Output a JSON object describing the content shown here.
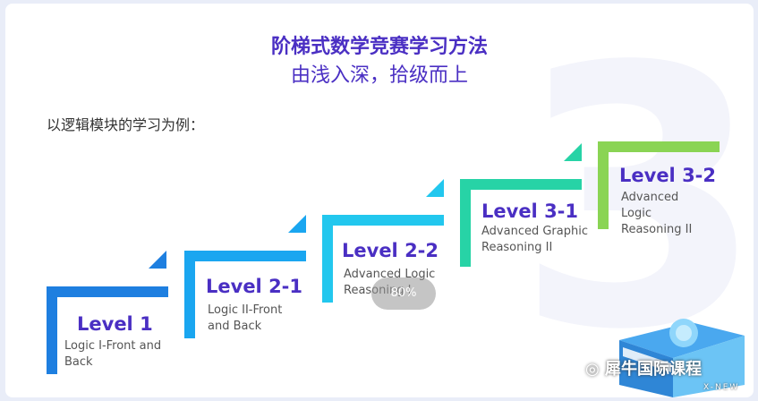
{
  "slide": {
    "title": "阶梯式数学竞赛学习方法",
    "subtitle": "由浅入深，拾级而上",
    "intro": "以逻辑模块的学习为例：",
    "background_digit": "3"
  },
  "steps": [
    {
      "level": "Level 1",
      "desc": "Logic I-Front and Back",
      "color": "#1e7fe0"
    },
    {
      "level": "Level 2-1",
      "desc": "Logic II-Front and Back",
      "color": "#1aa6f0"
    },
    {
      "level": "Level 2-2",
      "desc": "Advanced Logic Reasoning I",
      "color": "#22c7ee"
    },
    {
      "level": "Level 3-1",
      "desc": "Advanced Graphic Reasoning II",
      "color": "#27d3a6"
    },
    {
      "level": "Level 3-2",
      "desc": "Advanced Logic Reasoning II",
      "color": "#8ad454"
    }
  ],
  "overlay": {
    "zoom": "80%"
  },
  "watermark": {
    "text": "犀牛国际课程",
    "sub": "X-NEW"
  }
}
